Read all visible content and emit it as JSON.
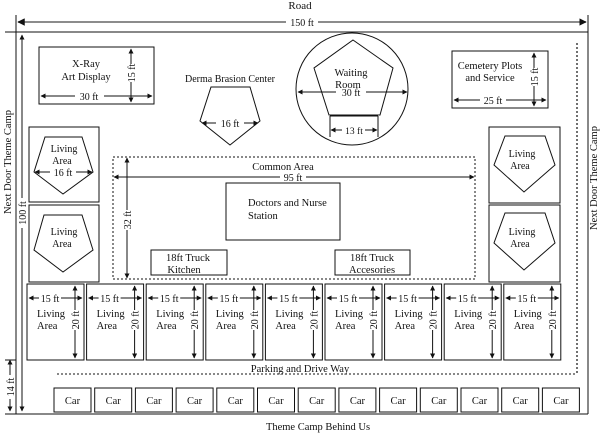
{
  "labels": {
    "road": "Road",
    "behind": "Theme Camp Behind Us",
    "left_neighbor": "Next Door Theme Camp",
    "right_neighbor": "Next Door Theme Camp",
    "parking": "Parking and Drive Way"
  },
  "dimensions": {
    "width_total": "150 ft",
    "depth_total": "100 ft",
    "parking_depth": "14 ft"
  },
  "xray": {
    "line1": "X-Ray",
    "line2": "Art Display",
    "width": "30 ft",
    "height": "15 ft"
  },
  "derma": {
    "title": "Derma Brasion Center",
    "width": "16 ft"
  },
  "waiting": {
    "line1": "Waiting",
    "line2": "Room",
    "diameter": "30 ft",
    "entry": "13 ft"
  },
  "cemetery": {
    "line1": "Cemetery Plots",
    "line2": "and Service",
    "width": "25 ft",
    "height": "15 ft"
  },
  "common": {
    "title": "Common Area",
    "width": "95 ft",
    "height": "32 ft"
  },
  "doctors": {
    "line1": "Doctors and Nurse",
    "line2": "Station"
  },
  "kitchen": {
    "line1": "18ft Truck",
    "line2": "Kitchen"
  },
  "accessories": {
    "line1": "18ft Truck",
    "line2": "Accesories"
  },
  "side_living": [
    {
      "line1": "Living",
      "line2": "Area",
      "width": "16 ft"
    },
    {
      "line1": "Living",
      "line2": "Area"
    },
    {
      "line1": "Living",
      "line2": "Area"
    },
    {
      "line1": "Living",
      "line2": "Area"
    }
  ],
  "row_living": {
    "count": 9,
    "line1": "Living",
    "line2": "Area",
    "width": "15 ft",
    "height": "20 ft"
  },
  "cars": {
    "count": 13,
    "label": "Car"
  }
}
